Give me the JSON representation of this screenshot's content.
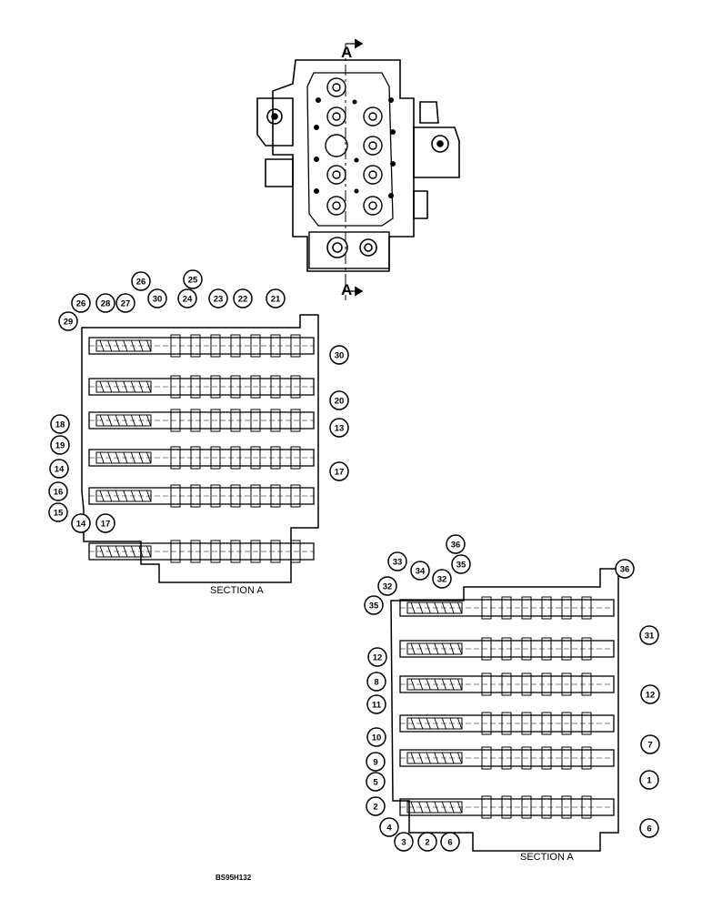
{
  "section_marker": "A",
  "captions": {
    "upper_view": "SECTION A",
    "lower_view": "SECTION A"
  },
  "figure_code": "BS95H132",
  "callouts_upper": [
    "26",
    "25",
    "26",
    "28",
    "27",
    "30",
    "24",
    "23",
    "22",
    "21",
    "29",
    "30",
    "20",
    "18",
    "13",
    "19",
    "14",
    "17",
    "16",
    "15",
    "14",
    "17"
  ],
  "callouts_lower": [
    "36",
    "33",
    "34",
    "32",
    "35",
    "36",
    "32",
    "35",
    "31",
    "12",
    "8",
    "12",
    "11",
    "7",
    "10",
    "9",
    "1",
    "5",
    "2",
    "6",
    "4",
    "3",
    "2",
    "6"
  ]
}
